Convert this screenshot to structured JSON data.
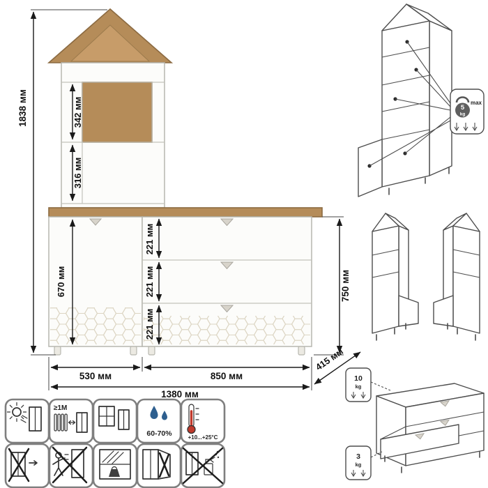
{
  "dimensions": {
    "total_height": "1838 мм",
    "upper_shelf_height": "342 мм",
    "middle_shelf_height": "316 мм",
    "door_height": "670 мм",
    "drawers": [
      "221 мм",
      "221 мм",
      "221 мм"
    ],
    "dresser_height": "750 мм",
    "cabinet_width": "530 мм",
    "dresser_width": "850 мм",
    "total_width": "1380 мм",
    "depth": "415 мм"
  },
  "load_limits": {
    "shelf": {
      "value": "5",
      "unit": "kg",
      "qualifier": "max"
    },
    "dresser_top": {
      "value": "10",
      "unit": "kg"
    },
    "drawer": {
      "value": "3",
      "unit": "kg"
    }
  },
  "care": {
    "heat_distance": "≥1M",
    "humidity": "60-70%",
    "temperature": "+10...+25°C"
  },
  "colors": {
    "wood": "#b58c59",
    "wood_dark": "#8c6b42",
    "panel": "#fcfcfa",
    "panel_edge": "#b7b7af",
    "dimension_line": "#1a1a1a",
    "sketch_line": "#4d4d4d",
    "honeycomb": "#dcd5c3",
    "accent_red": "#c0392b",
    "drop_blue": "#2e5f8f"
  }
}
